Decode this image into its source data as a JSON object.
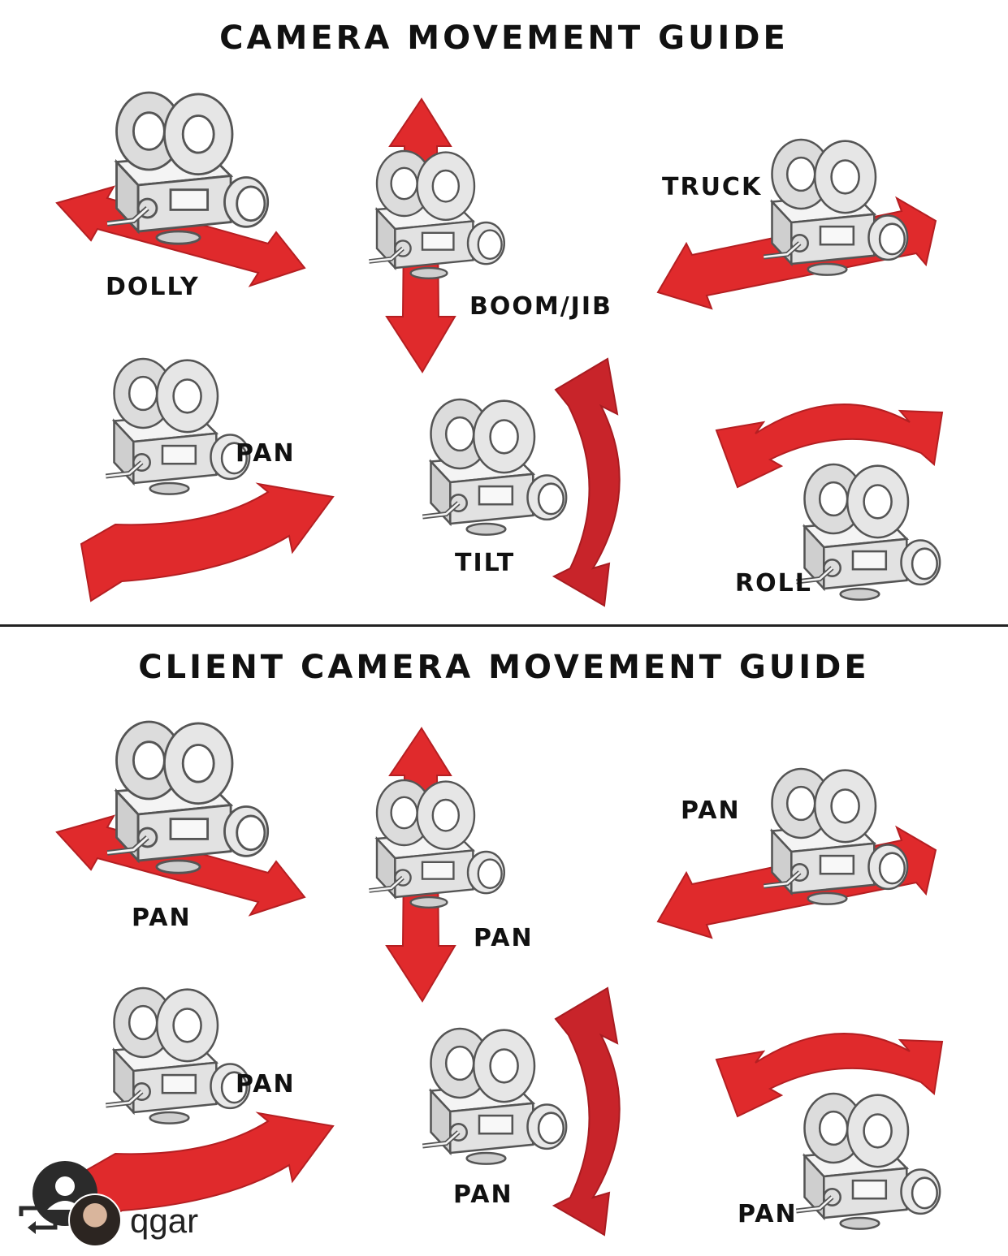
{
  "top": {
    "title": "CAMERA MOVEMENT GUIDE",
    "labels": {
      "dolly": "DOLLY",
      "boom": "BOOM/JIB",
      "truck": "TRUCK",
      "pan": "PAN",
      "tilt": "TILT",
      "roll": "ROLL"
    }
  },
  "bottom": {
    "title": "CLIENT CAMERA MOVEMENT GUIDE",
    "labels": {
      "dolly": "PAN",
      "boom": "PAN",
      "truck": "PAN",
      "pan": "PAN",
      "tilt": "PAN",
      "roll": "PAN"
    }
  },
  "credit": {
    "username": "qgar"
  },
  "colors": {
    "arrow": "#e02a2c",
    "arrow_dark": "#b51f22",
    "camera_fill": "#d9d9d9",
    "camera_stroke": "#555555"
  },
  "icons": [
    "movie-camera-icon",
    "double-arrow-icon",
    "curved-arrow-icon",
    "repost-icon",
    "avatar-icon"
  ]
}
